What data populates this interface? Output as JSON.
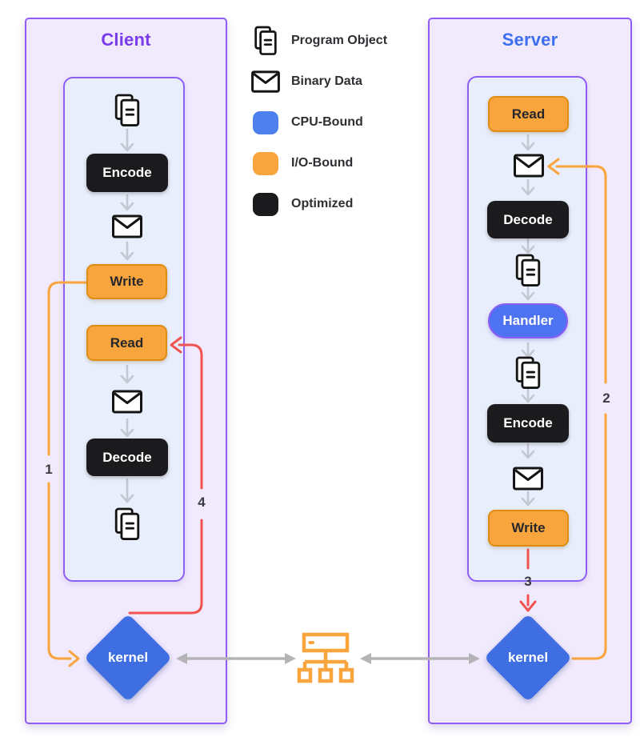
{
  "client": {
    "title": "Client",
    "steps": {
      "s1": "Encode",
      "s2": "Write",
      "s3": "Read",
      "s4": "Decode"
    },
    "kernel_label": "kernel"
  },
  "server": {
    "title": "Server",
    "steps": {
      "s1": "Read",
      "s2": "Decode",
      "s3": "Handler",
      "s4": "Encode",
      "s5": "Write"
    },
    "kernel_label": "kernel"
  },
  "legend": {
    "items": [
      {
        "icon": "program-object-icon",
        "label": "Program Object"
      },
      {
        "icon": "binary-data-icon",
        "label": "Binary Data"
      },
      {
        "icon": "cpu-bound-swatch",
        "label": "CPU-Bound",
        "color": "#4e80ee"
      },
      {
        "icon": "io-bound-swatch",
        "label": "I/O-Bound",
        "color": "#f9a53e"
      },
      {
        "icon": "optimized-swatch",
        "label": "Optimized",
        "color": "#1b1b1d"
      }
    ]
  },
  "sequence_labels": {
    "n1": "1",
    "n2": "2",
    "n3": "3",
    "n4": "4"
  },
  "colors": {
    "panel_fill": "#f1e9fc",
    "panel_border": "#8e5ef5",
    "inner_fill": "#e8eefb",
    "client_title": "#7a3bec",
    "server_title": "#3c6ff0",
    "cpu_blue": "#4e80ee",
    "io_orange": "#f9a53e",
    "optimized_black": "#1b1b1d",
    "kernel_blue": "#3e6ee2",
    "red_line": "#f15352",
    "orange_line": "#f9a43c",
    "gray_arrow": "#b4b4b6"
  }
}
